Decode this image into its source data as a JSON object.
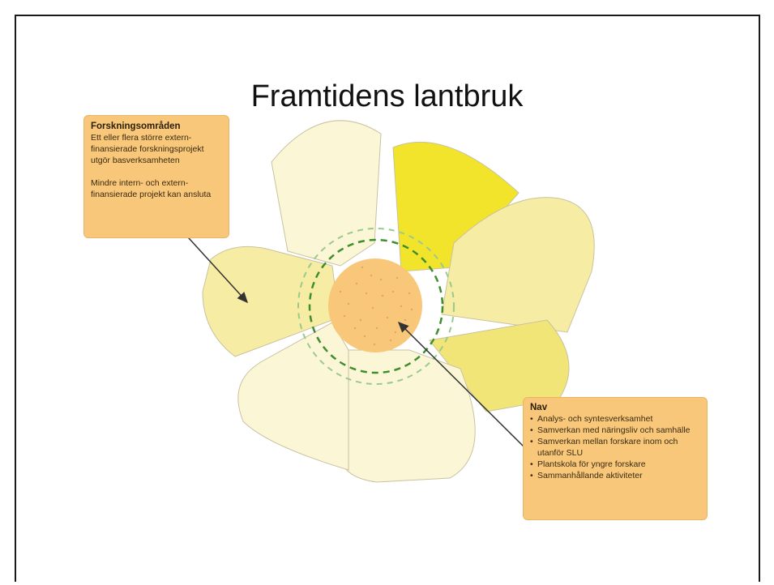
{
  "title": "Framtidens lantbruk",
  "left_callout": {
    "heading": "Forskningsområden",
    "paragraphs": [
      "Ett eller flera större extern-finansierade forskningsprojekt utgör basverksamheten",
      "Mindre intern- och extern-finansierade projekt kan ansluta"
    ]
  },
  "right_callout": {
    "heading": "Nav",
    "items": [
      "Analys- och syntesverksamhet",
      "Samverkan med näringsliv och samhälle",
      "Samverkan mellan forskare inom och utanför SLU",
      "Plantskola för yngre forskare",
      "Sammanhållande aktiviteter"
    ]
  },
  "colors": {
    "petal_pale": "#fbf6d6",
    "petal_light": "#f6eca4",
    "petal_mid": "#f2e577",
    "petal_bright": "#f2e42a",
    "center": "#f8c77a",
    "ring_dashed": "#3f8e2e",
    "callout_fill": "#f8c77a"
  }
}
